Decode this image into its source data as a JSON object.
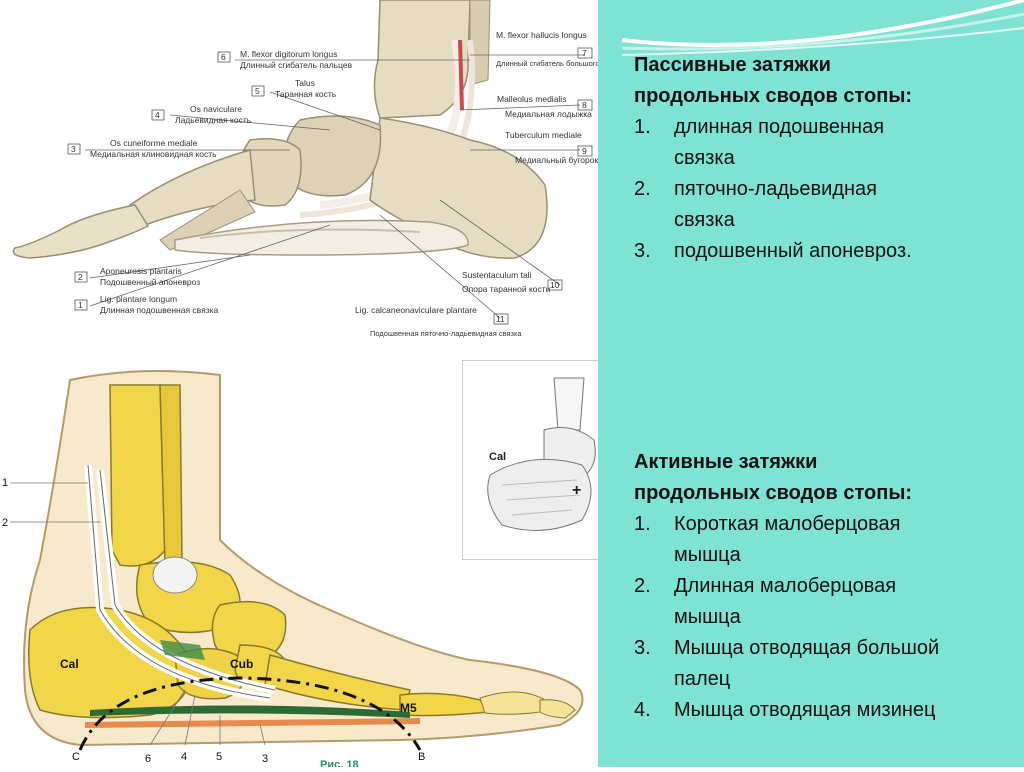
{
  "figure_top": {
    "labels_left": [
      {
        "num": "6",
        "latin": "M. flexor digitorum longus",
        "ru": "Длинный сгибатель пальцев"
      },
      {
        "num": "5",
        "latin": "Talus",
        "ru": "Таранная кость"
      },
      {
        "num": "4",
        "latin": "Os naviculare",
        "ru": "Ладьевидная кость"
      },
      {
        "num": "3",
        "latin": "Os cuneiforme mediale",
        "ru": "Медиальная клиновидная кость"
      },
      {
        "num": "2",
        "latin": "Aponeurosis plantaris",
        "ru": "Подошвенный апоневроз"
      },
      {
        "num": "1",
        "latin": "Lig. plantare longum",
        "ru": "Длинная подошвенная связка"
      }
    ],
    "labels_right": [
      {
        "num": "7",
        "latin": "M. flexor hallucis longus",
        "ru": "Длинный сгибатель большого пальца стопы"
      },
      {
        "num": "8",
        "latin": "Malleolus medialis",
        "ru": "Медиальная лодыжка"
      },
      {
        "num": "9",
        "latin": "Tuberculum mediale",
        "ru": "Медиальный бугорок"
      },
      {
        "num": "10",
        "latin": "Sustentaculum tali",
        "ru": "Опора таранной кости"
      },
      {
        "num": "11",
        "latin": "Lig. calcaneonaviculare plantare",
        "ru": "Подошвенная пяточно-ладьевидная связка"
      }
    ]
  },
  "figure_bottom": {
    "labels": {
      "cal": "Cal",
      "cub": "Cub",
      "m5": "M5",
      "point_c": "C",
      "point_b": "B",
      "nums_left": [
        "1",
        "2"
      ],
      "nums_bottom": [
        "6",
        "4",
        "5",
        "3"
      ],
      "caption": "Рис. 18"
    },
    "inset": {
      "cal": "Cal",
      "plus": "+"
    }
  },
  "passive": {
    "heading_line1": "Пассивные затяжки",
    "heading_line2": "продольных сводов стопы:",
    "items": [
      {
        "num": "1.",
        "line1": "длинная подошвенная",
        "line2": "связка"
      },
      {
        "num": "2.",
        "line1": "пяточно-ладьевидная",
        "line2": "связка"
      },
      {
        "num": "3.",
        "line1": "подошвенный апоневроз.",
        "line2": ""
      }
    ]
  },
  "active": {
    "heading_line1": "Активные затяжки",
    "heading_line2": "продольных сводов стопы:",
    "items": [
      {
        "num": "1.",
        "line1": "Короткая малоберцовая",
        "line2": "мышца"
      },
      {
        "num": "2.",
        "line1": "Длинная малоберцовая",
        "line2": "мышца"
      },
      {
        "num": "3.",
        "line1": "Мышца отводящая большой",
        "line2": "палец"
      },
      {
        "num": "4.",
        "line1": "Мышца отводящая мизинец",
        "line2": ""
      }
    ]
  },
  "colors": {
    "panel": "#7fe3d3",
    "bone_top": "#e6dcc2",
    "bone_bottom": "#f2d64a",
    "skin": "#f7e9cc"
  }
}
